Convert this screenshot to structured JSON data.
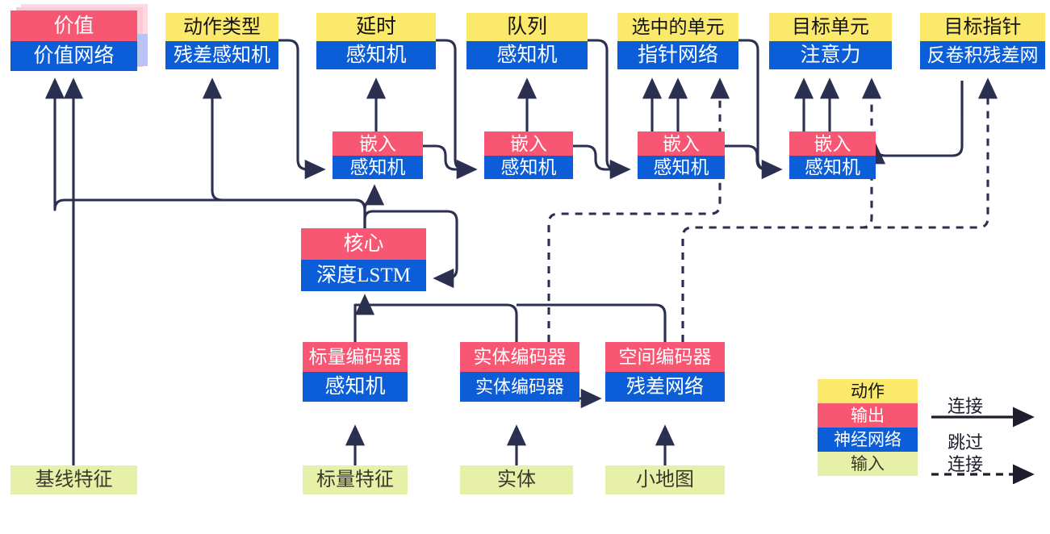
{
  "diagram": {
    "title": "AlphaStar-style network architecture diagram",
    "palette": {
      "action": "#fbe96b",
      "output": "#f75772",
      "neural_network": "#0b5ed7",
      "input": "#e7f0a8",
      "wire": "#2b3050"
    },
    "nodes": [
      {
        "id": "value",
        "head": "价值",
        "body": "价值网络"
      },
      {
        "id": "action_type",
        "head": "动作类型",
        "body": "残差感知机"
      },
      {
        "id": "delay",
        "head": "延时",
        "body": "感知机"
      },
      {
        "id": "queue",
        "head": "队列",
        "body": "感知机"
      },
      {
        "id": "selected",
        "head": "选中的单元",
        "body": "指针网络"
      },
      {
        "id": "target_unit",
        "head": "目标单元",
        "body": "注意力"
      },
      {
        "id": "target_point",
        "head": "目标指针",
        "body": "反卷积残差网"
      },
      {
        "id": "embed1",
        "head": "嵌入",
        "body": "感知机"
      },
      {
        "id": "embed2",
        "head": "嵌入",
        "body": "感知机"
      },
      {
        "id": "embed3",
        "head": "嵌入",
        "body": "感知机"
      },
      {
        "id": "embed4",
        "head": "嵌入",
        "body": "感知机"
      },
      {
        "id": "core",
        "head": "核心",
        "body": "深度LSTM"
      },
      {
        "id": "scalar_enc",
        "head": "标量编码器",
        "body": "感知机"
      },
      {
        "id": "entity_enc",
        "head": "实体编码器",
        "body": "实体编码器"
      },
      {
        "id": "spatial_enc",
        "head": "空间编码器",
        "body": "残差网络"
      }
    ],
    "inputs": [
      {
        "id": "baseline_features",
        "label": "基线特征"
      },
      {
        "id": "scalar_features",
        "label": "标量特征"
      },
      {
        "id": "entities",
        "label": "实体"
      },
      {
        "id": "minimap",
        "label": "小地图"
      }
    ],
    "legend": {
      "swatches": [
        {
          "id": "legend-action",
          "label": "动作",
          "color": "#fbe96b"
        },
        {
          "id": "legend-output",
          "label": "输出",
          "color": "#f75772"
        },
        {
          "id": "legend-network",
          "label": "神经网络",
          "color": "#0b5ed7"
        },
        {
          "id": "legend-input",
          "label": "输入",
          "color": "#e7f0a8"
        }
      ],
      "edges": [
        {
          "id": "legend-connection",
          "label": "连接",
          "style": "solid"
        },
        {
          "id": "legend-skip-connection",
          "label_line1": "跳过",
          "label_line2": "连接",
          "style": "dashed"
        }
      ]
    }
  }
}
